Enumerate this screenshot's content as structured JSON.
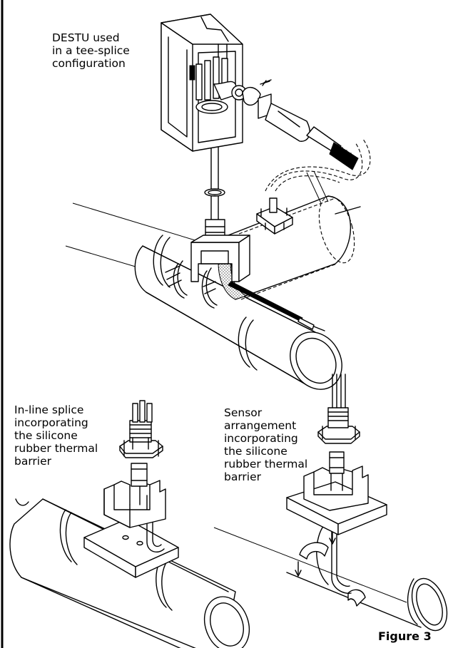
{
  "labels": {
    "destu": "DESTU used\nin a tee-splice\nconfiguration",
    "inline": "In-line splice\nincorporating\nthe silicone\nrubber thermal\nbarrier",
    "sensor": "Sensor\narrangement\nincorporating\nthe silicone\nrubber thermal\nbarrier",
    "figure": "Figure 3"
  }
}
